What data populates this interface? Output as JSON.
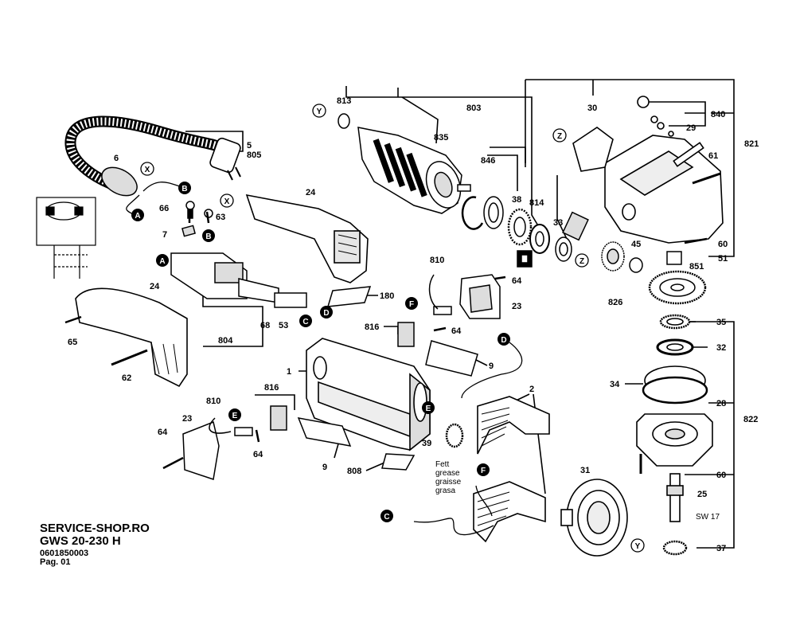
{
  "footer": {
    "shop": "SERVICE-SHOP.RO",
    "model": "GWS 20-230 H",
    "part_number": "0601850003",
    "page": "Pag. 01"
  },
  "labels": {
    "p813": "813",
    "p803": "803",
    "p835": "835",
    "p846": "846",
    "p38": "38",
    "p814": "814",
    "p33": "33",
    "p30": "30",
    "p840": "840",
    "p29": "29",
    "p821": "821",
    "p61": "61",
    "p60a": "60",
    "p51": "51",
    "p851": "851",
    "p45": "45",
    "p826": "826",
    "p35": "35",
    "p32": "32",
    "p34": "34",
    "p28": "28",
    "p822": "822",
    "p60b": "60",
    "p25": "25",
    "p37": "37",
    "p31": "31",
    "p5": "5",
    "p805": "805",
    "p6": "6",
    "p24a": "24",
    "p66": "66",
    "p63": "63",
    "p7": "7",
    "p68": "68",
    "p53": "53",
    "p804": "804",
    "p180": "180",
    "p810a": "810",
    "p64a": "64",
    "p23a": "23",
    "p816a": "816",
    "p64b": "64",
    "p24b": "24",
    "p65": "65",
    "p62": "62",
    "p1": "1",
    "p9a": "9",
    "p2": "2",
    "p39": "39",
    "p810b": "810",
    "p816b": "816",
    "p23b": "23",
    "p64c": "64",
    "p64d": "64",
    "p9b": "9",
    "p808": "808"
  },
  "notes": {
    "sw17": "SW 17",
    "grease": [
      "Fett",
      "grease",
      "graisse",
      "grasa"
    ]
  },
  "connectors": {
    "A": "A",
    "B": "B",
    "C": "C",
    "D": "D",
    "E": "E",
    "F": "F",
    "X": "X",
    "Y": "Y",
    "Z": "Z"
  }
}
